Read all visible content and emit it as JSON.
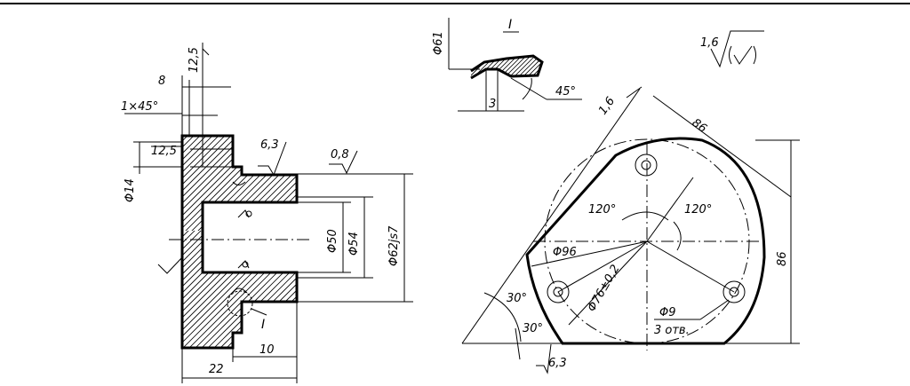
{
  "left_view": {
    "dim_12_5_top": "12,5",
    "dim_8": "8",
    "dim_chamfer": "1×45°",
    "dim_12_5_side": "12,5",
    "dim_phi14": "Φ14",
    "rough_6_3": "6,3",
    "rough_0_8": "0,8",
    "dim_phi50": "Φ50",
    "dim_phi54": "Φ54",
    "dim_phi62": "Φ62js7",
    "detail_ref": "I",
    "dim_22": "22",
    "dim_10": "10"
  },
  "detail": {
    "title": "I",
    "dim_phi61": "Φ61",
    "dim_3": "3",
    "dim_45deg": "45°"
  },
  "right_view": {
    "roughness_general": "1,6",
    "roughness_symbol": "√(√)",
    "rough_1_6": "1,6",
    "dim_86_diag": "86",
    "dim_86_vert": "86",
    "angle_120_left": "120°",
    "angle_120_right": "120°",
    "dim_phi96": "Φ96",
    "dim_phi76": "Φ76±0,2",
    "angle_30_a": "30°",
    "angle_30_b": "30°",
    "hole_dia": "Φ9",
    "hole_count": "3 отв.",
    "rough_6_3": "6,3"
  }
}
